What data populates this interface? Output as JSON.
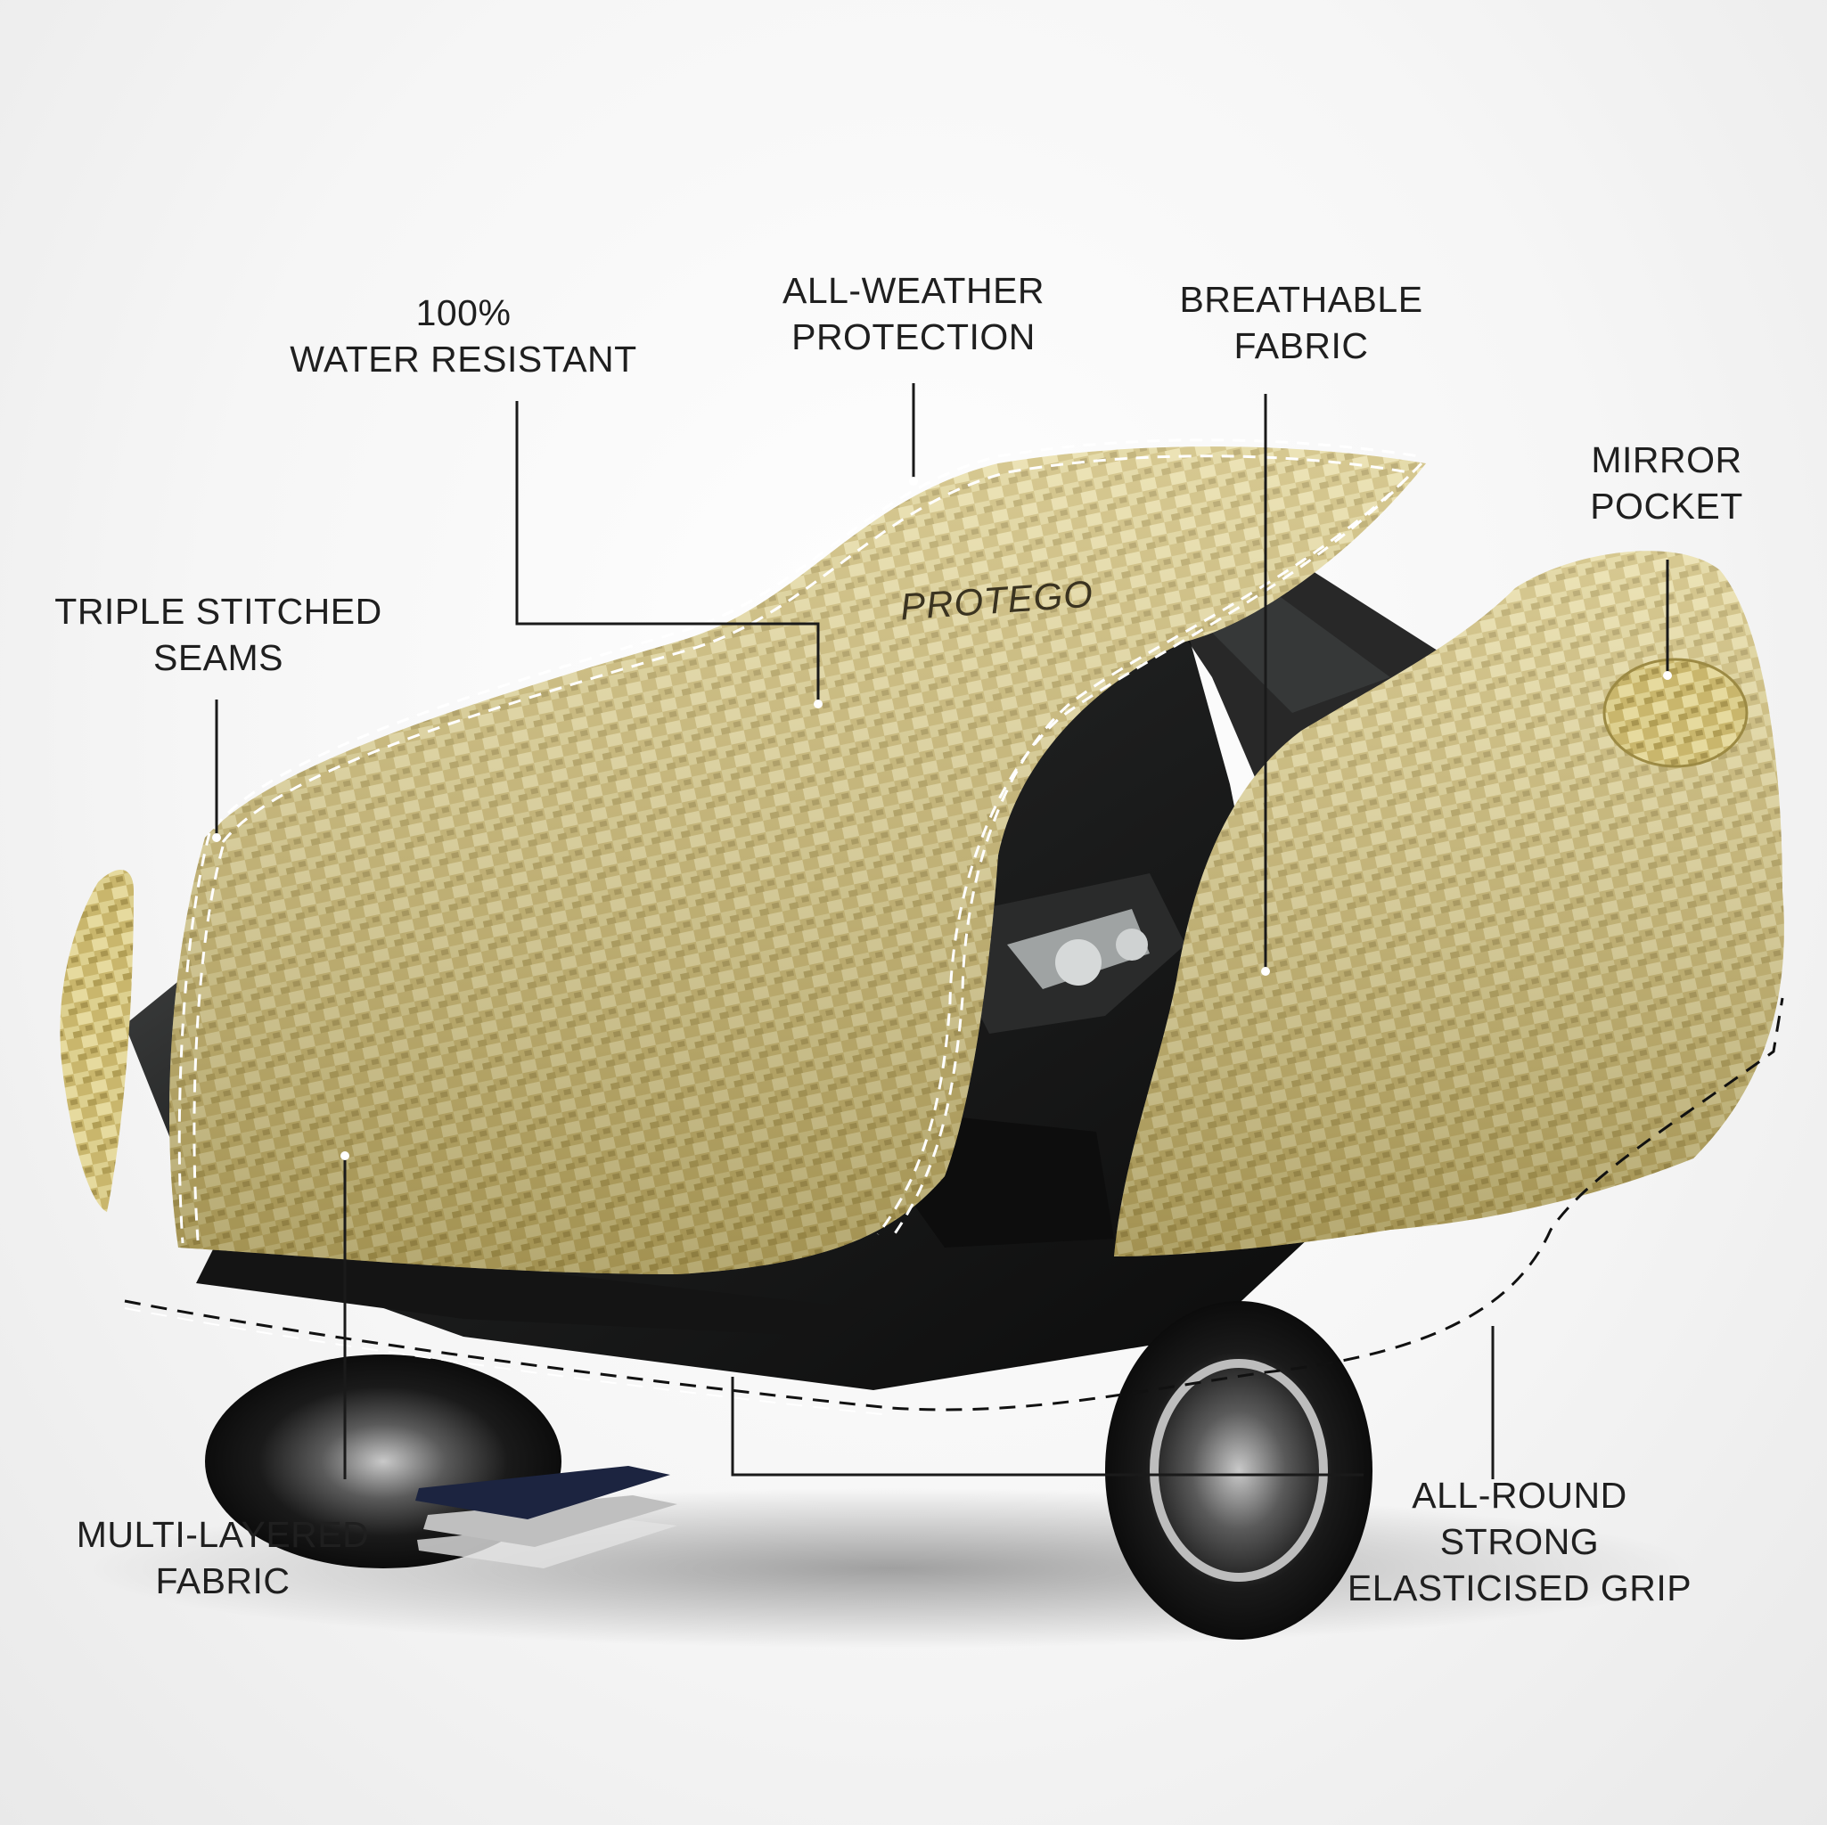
{
  "brand": "PROTEGO",
  "features": {
    "water_resistant": [
      "100%",
      "WATER RESISTANT"
    ],
    "all_weather": [
      "ALL-WEATHER",
      "PROTECTION"
    ],
    "breathable": [
      "BREATHABLE",
      "FABRIC"
    ],
    "mirror_pocket": [
      "MIRROR",
      "POCKET"
    ],
    "triple_stitched": [
      "TRIPLE STITCHED",
      "SEAMS"
    ],
    "multi_layered": [
      "MULTI-LAYERED",
      "FABRIC"
    ],
    "elastic_grip": [
      "ALL-ROUND",
      "STRONG",
      "ELASTICISED GRIP"
    ]
  },
  "colors": {
    "cover": "#c8b46a",
    "cover_light": "#e3d497",
    "cover_dark": "#9c8a44",
    "car_body": "#1f2020",
    "leader_line": "#1a1a1a",
    "stitch": "#ffffff",
    "layer_top": "#1c2440"
  }
}
